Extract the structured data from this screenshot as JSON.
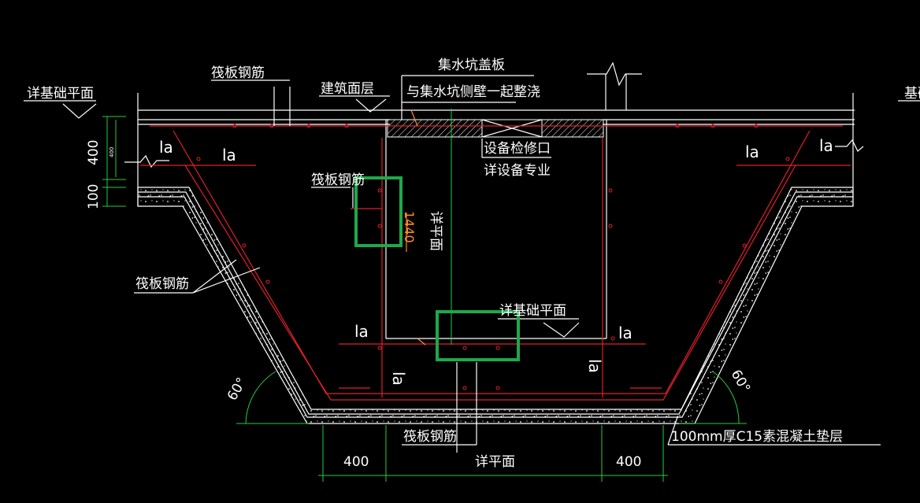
{
  "labels": {
    "foundation_plan_left": "详基础平面",
    "foundation_plan_right_cut": "基础",
    "raft_rebar_top": "筏板钢筋",
    "building_surface": "建筑面层",
    "pit_cover": "集水坑盖板",
    "cast_with_wall": "与集水坑侧壁一起整浇",
    "access_port": "设备检修口",
    "see_equipment": "详设备专业",
    "raft_rebar_inner": "筏板钢筋",
    "see_plan_vertical": "详平面",
    "raft_rebar_slope": "筏板钢筋",
    "foundation_plan_center": "详基础平面",
    "raft_rebar_bottom": "筏板钢筋",
    "cushion": "100mm厚C15素混凝土垫层",
    "see_plan_bottom": "详平面"
  },
  "dimensions": {
    "dim_400_left": "400",
    "dim_400_small": "400",
    "dim_100_left": "100",
    "dim_1440": "1440",
    "dim_400_bottom_left": "400",
    "dim_400_bottom_right": "400",
    "angle_left": "60°",
    "angle_right": "60°"
  },
  "anchorage": {
    "la_1": "la",
    "la_2": "la",
    "la_3": "la",
    "la_4": "la",
    "la_5": "la",
    "la_6": "la",
    "la_7": "la",
    "la_8": "la"
  },
  "colors": {
    "background": "#000000",
    "linework": "#ffffff",
    "rebar": "#e0202a",
    "dimension": "#22cc44",
    "highlight": "#1fa84a",
    "leader": "#ff8a2a"
  }
}
